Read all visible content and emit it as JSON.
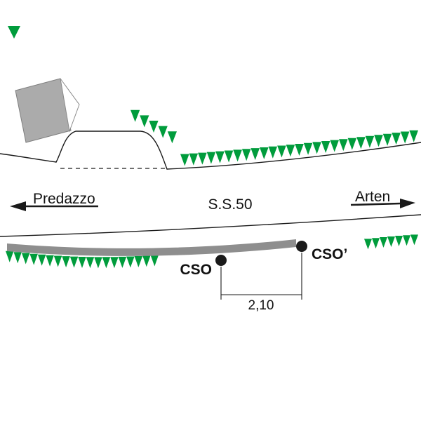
{
  "labels": {
    "left_direction": "Predazzo",
    "road": "S.S.50",
    "right_direction": "Arten",
    "point_left": "CSO",
    "point_right": "CSO’",
    "dimension": "2,10"
  },
  "colors": {
    "hedge_green": "#009c3c",
    "building_gray": "#ababab",
    "wall_gray": "#8e8e8e",
    "line_black": "#1a1a1a"
  }
}
